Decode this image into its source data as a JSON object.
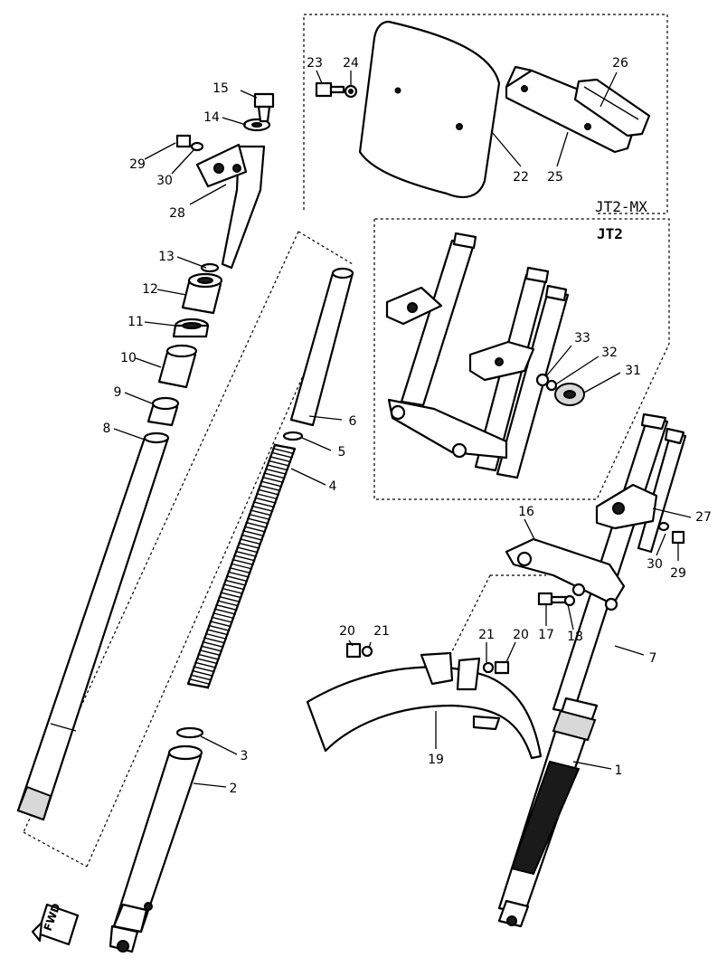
{
  "box_labels": {
    "jt2mx": "JT2-MX",
    "jt2": "JT2"
  },
  "direction_marker": "FWD",
  "callouts": [
    "1",
    "2",
    "3",
    "4",
    "5",
    "6",
    "7",
    "8",
    "9",
    "10",
    "11",
    "12",
    "13",
    "14",
    "15",
    "16",
    "17",
    "18",
    "19",
    "20",
    "21",
    "22",
    "23",
    "24",
    "25",
    "26",
    "27",
    "28",
    "29",
    "30",
    "31",
    "32",
    "33",
    "20",
    "21",
    "29",
    "30"
  ]
}
